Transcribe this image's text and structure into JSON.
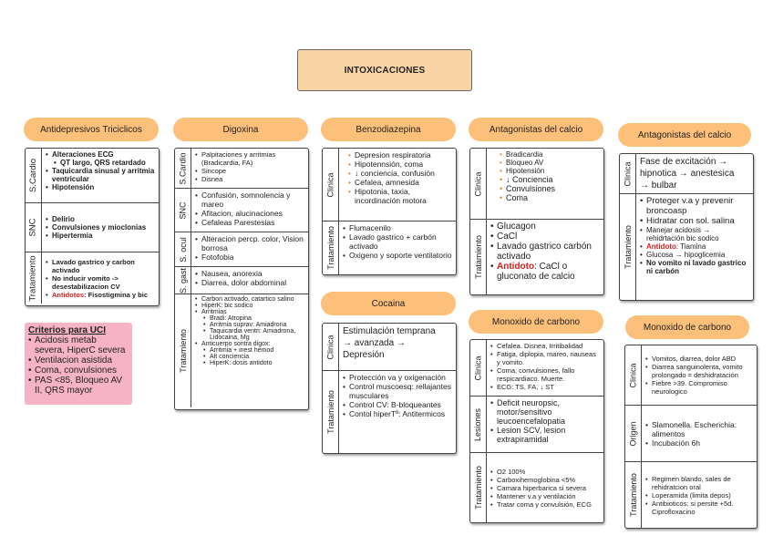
{
  "title": "INTOXICACIONES",
  "tca": {
    "header": "Antidepresivos Triciclicos",
    "s1_label": "S.Cardio",
    "s1": [
      "Alteraciones ECG",
      "QT largo, QRS retardado",
      "Taquicardia sinusal y arritmia ventricular",
      "Hipotensión"
    ],
    "s2_label": "SNC",
    "s2": [
      "Delirio",
      "Convulsiones y mioclonias",
      "Hipertermia"
    ],
    "s3_label": "Tratamiento",
    "s3": [
      "Lavado gastrico y carbon activado",
      "No inducir vomito -> desestabilizacion CV"
    ],
    "s3_antidote_label": "Antidotos",
    "s3_antidote_value": ": Fisostigmina y bic"
  },
  "criterios": {
    "title": "Criterios para UCI",
    "items": [
      "Acidosis metab severa, HiperC severa",
      "Ventilacion asistida",
      "Coma, convulsiones",
      "PAS <85, Bloqueo AV II, QRS mayor"
    ]
  },
  "dig": {
    "header": "Digoxina",
    "s1_label": "S.Cardio",
    "s1": [
      "Palpitaciones y arritmias (Bradicardia, FA)",
      "Sincope",
      "Disnea"
    ],
    "s2_label": "SNC",
    "s2": [
      "Confusión, somnolencia y mareo",
      "Afitacion, alucinaciones",
      "Cefaleas Parestesias"
    ],
    "s3_label": "S. ocul",
    "s3": [
      "Alteracion percp. color, Vision borrosa",
      "Fotofobia"
    ],
    "s4_label": "S. gast",
    "s4": [
      "Nausea, anorexia",
      "Diarrea, dolor abdominal"
    ],
    "s5_label": "Tratamiento",
    "s5": [
      {
        "t": "Carbon activado, catartico salino",
        "sub": false
      },
      {
        "t": "HiperK: bic sodico",
        "sub": false
      },
      {
        "t": "Arritmias",
        "sub": false
      },
      {
        "t": "Bradi: Atropina",
        "sub": true
      },
      {
        "t": "Arritmia suprav: Amiadrona",
        "sub": true
      },
      {
        "t": "Taquicardia ventri: Amiadrona, Lidocaina, Mg",
        "sub": true
      },
      {
        "t": "Anticuerpo sontra digox:",
        "sub": false
      },
      {
        "t": "Arritmia + inest hemod",
        "sub": true
      },
      {
        "t": "Alt conciencia",
        "sub": true
      },
      {
        "t": "HiperK: dosis antidoto",
        "sub": true
      }
    ]
  },
  "benzo": {
    "header": "Benzodiazepina",
    "s1_label": "Clinica",
    "s1": [
      "Depresion respiratoria",
      "Hipotennsión, coma",
      "↓ conciencia, confusión",
      "Cefalea, amnesida",
      "Hipotonia, taxia, incordinación motora"
    ],
    "s2_label": "Tratamiento",
    "s2": [
      "Flumacenilo",
      "Lavado gastrico + carbón activado",
      "Oxigeno y soporte ventilatorio"
    ]
  },
  "cocaina": {
    "header": "Cocaina",
    "s1_label": "Clinica",
    "s1_line1": "Estimulación temprana",
    "s1_line2": "→ avanzada →",
    "s1_line3": "Depresión",
    "s2_label": "Tratamiento",
    "s2": [
      "Protección va y oxigenación",
      "Control muscoesq: rellajantes musculares",
      "Control CV: B-bloqueantes",
      "Contol hiperTº: Antitermicos"
    ]
  },
  "calcio1": {
    "header": "Antagonistas del calcio",
    "s1_label": "Clinica",
    "s1": [
      "Bradicardia",
      "Bloqueo AV",
      "Hipotensión",
      "↓ Conciencia",
      "Convulsiones",
      "Coma"
    ],
    "s2_label": "Tratamiento",
    "s2": [
      "Glucagon",
      "CaCl",
      "Lavado gastrico carbón activado"
    ],
    "s2_antidote_label": "Antidoto",
    "s2_antidote_value": ": CaCl o gluconato de calcio"
  },
  "co": {
    "header": "Monoxido de carbono",
    "s1_label": "Clinica",
    "s1": [
      "Cefalea. Disnea, Irritibalidad",
      "Fatiga, diplopia, mareo, nauseas y vomito.",
      "Coma, convulsiones, fallo respicardiaco. Muerte.",
      "ECG: TS, FA, ↓ ST"
    ],
    "s2_label": "Lesiones",
    "s2": [
      "Deficit neuropsic, motor/sensitivo leucoencefalopatia",
      "Lesion SCV, lesion extrapiramidal"
    ],
    "s3_label": "Tratamiento",
    "s3": [
      "O2 100%",
      "Carboxihemoglobina <5%",
      "Camara hiperbarica si severa",
      "Mantener v.a y ventilación",
      "Tratar coma y convulsión, ECG"
    ]
  },
  "calcio2": {
    "header": "Antagonistas del calcio",
    "s1_label": "Clinica",
    "s1_line1": "Fase de excitación →",
    "s1_line2": "hipnotica → anestesica",
    "s1_line3": "→ bulbar",
    "s2_label": "Tratamiento",
    "s2": [
      "Proteger v.a y prevenir broncoasp",
      "Hidratar con sol. salina",
      "Manejar acidosis → rehidrtación bic sodico"
    ],
    "s2_antidote_label": "Antidoto",
    "s2_antidote_value": ": Tiamina",
    "s2_after": [
      "Glucosa → hipoglicemia",
      "No vomito ni lavado gastrico ni carbón"
    ]
  },
  "co2": {
    "header": "Monoxido de carbono",
    "s1_label": "Clinica",
    "s1": [
      "Vomitos, diarrea, dolor ABD",
      "Diarrea sanguinolenta, vomito prolongado = deshidratación",
      "Fiebre >39. Compromiso neurologico"
    ],
    "s2_label": "Origen",
    "s2": [
      "Slamonella. Escherichia: alimentos",
      "Incubación 6h"
    ],
    "s3_label": "Tratamiento",
    "s3": [
      "Regimen blando, sales de rehidratcion oral",
      "Loperamida (limita depos)",
      "Antibioticos: si persite +5d. Ciprofloxacino"
    ]
  }
}
